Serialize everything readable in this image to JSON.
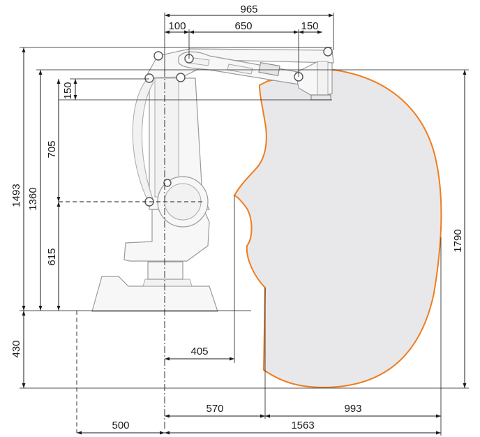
{
  "dimensions": {
    "top_total": "965",
    "top_left": "100",
    "top_mid": "650",
    "top_right": "150",
    "left_offset_150": "150",
    "left_705": "705",
    "left_615": "615",
    "left_1360": "1360",
    "left_1493": "1493",
    "left_430": "430",
    "right_1790": "1790",
    "bottom_405": "405",
    "bottom_570": "570",
    "bottom_993": "993",
    "bottom_500": "500",
    "bottom_1563": "1563"
  },
  "colors": {
    "envelope_stroke": "#ef7d1f",
    "envelope_fill": "#e8e8ea",
    "lines": "#1a1a1a"
  }
}
